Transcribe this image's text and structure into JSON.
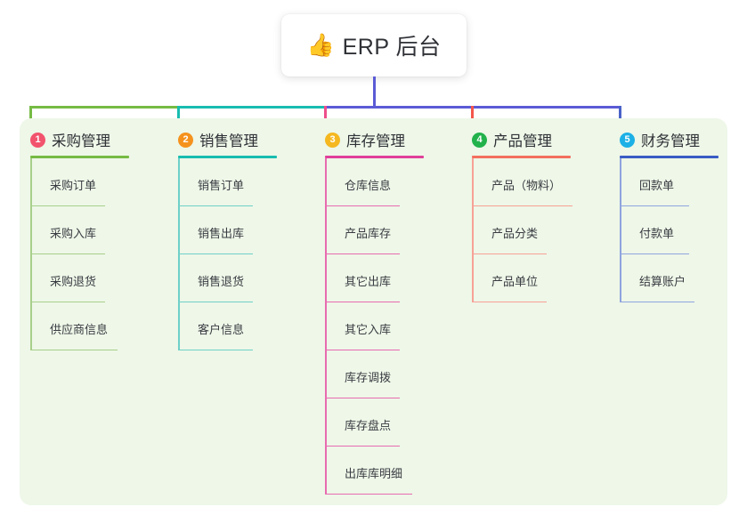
{
  "title": {
    "icon": "thumbs-up-emoji",
    "emoji": "👍",
    "text": "ERP 后台"
  },
  "panel": {
    "background": "#eef7e8"
  },
  "connector": {
    "trunk_color": "#5b5bd6",
    "bus_segments": [
      {
        "color": "#76bb44"
      },
      {
        "color": "#18bdb0"
      },
      {
        "color": "#5b5bd6"
      }
    ]
  },
  "columns": [
    {
      "index": "1",
      "title": "采购管理",
      "badge_color": "#f2536d",
      "line_color": "#76bb44",
      "item_line_color": "#a8cf8a",
      "drop_color": "#76bb44",
      "head_rule_width": 111,
      "items": [
        {
          "label": "采购订单",
          "rule_width": 84
        },
        {
          "label": "采购入库",
          "rule_width": 84
        },
        {
          "label": "采购退货",
          "rule_width": 84
        },
        {
          "label": "供应商信息",
          "rule_width": 98
        }
      ]
    },
    {
      "index": "2",
      "title": "销售管理",
      "badge_color": "#f5921e",
      "line_color": "#18bdb0",
      "item_line_color": "#6fd0c8",
      "drop_color": "#18bdb0",
      "head_rule_width": 111,
      "items": [
        {
          "label": "销售订单",
          "rule_width": 84
        },
        {
          "label": "销售出库",
          "rule_width": 84
        },
        {
          "label": "销售退货",
          "rule_width": 84
        },
        {
          "label": "客户信息",
          "rule_width": 84
        }
      ]
    },
    {
      "index": "3",
      "title": "库存管理",
      "badge_color": "#f5b820",
      "line_color": "#e0409a",
      "item_line_color": "#e86bb0",
      "drop_color": "#ef4d8c",
      "head_rule_width": 111,
      "items": [
        {
          "label": "仓库信息",
          "rule_width": 84
        },
        {
          "label": "产品库存",
          "rule_width": 84
        },
        {
          "label": "其它出库",
          "rule_width": 84
        },
        {
          "label": "其它入库",
          "rule_width": 84
        },
        {
          "label": "库存调拨",
          "rule_width": 84
        },
        {
          "label": "库存盘点",
          "rule_width": 84
        },
        {
          "label": "出库库明细",
          "rule_width": 98
        }
      ]
    },
    {
      "index": "4",
      "title": "产品管理",
      "badge_color": "#22b24c",
      "line_color": "#f4705f",
      "item_line_color": "#f7a196",
      "drop_color": "#f4564a",
      "head_rule_width": 111,
      "items": [
        {
          "label": "产品（物料）",
          "rule_width": 113
        },
        {
          "label": "产品分类",
          "rule_width": 84
        },
        {
          "label": "产品单位",
          "rule_width": 84
        }
      ]
    },
    {
      "index": "5",
      "title": "财务管理",
      "badge_color": "#1cb0e6",
      "line_color": "#3a5cc4",
      "item_line_color": "#8fa4df",
      "drop_color": "#4a63c8",
      "head_rule_width": 111,
      "items": [
        {
          "label": "回款单",
          "rule_width": 78
        },
        {
          "label": "付款单",
          "rule_width": 78
        },
        {
          "label": "结算账户",
          "rule_width": 84
        }
      ]
    }
  ]
}
